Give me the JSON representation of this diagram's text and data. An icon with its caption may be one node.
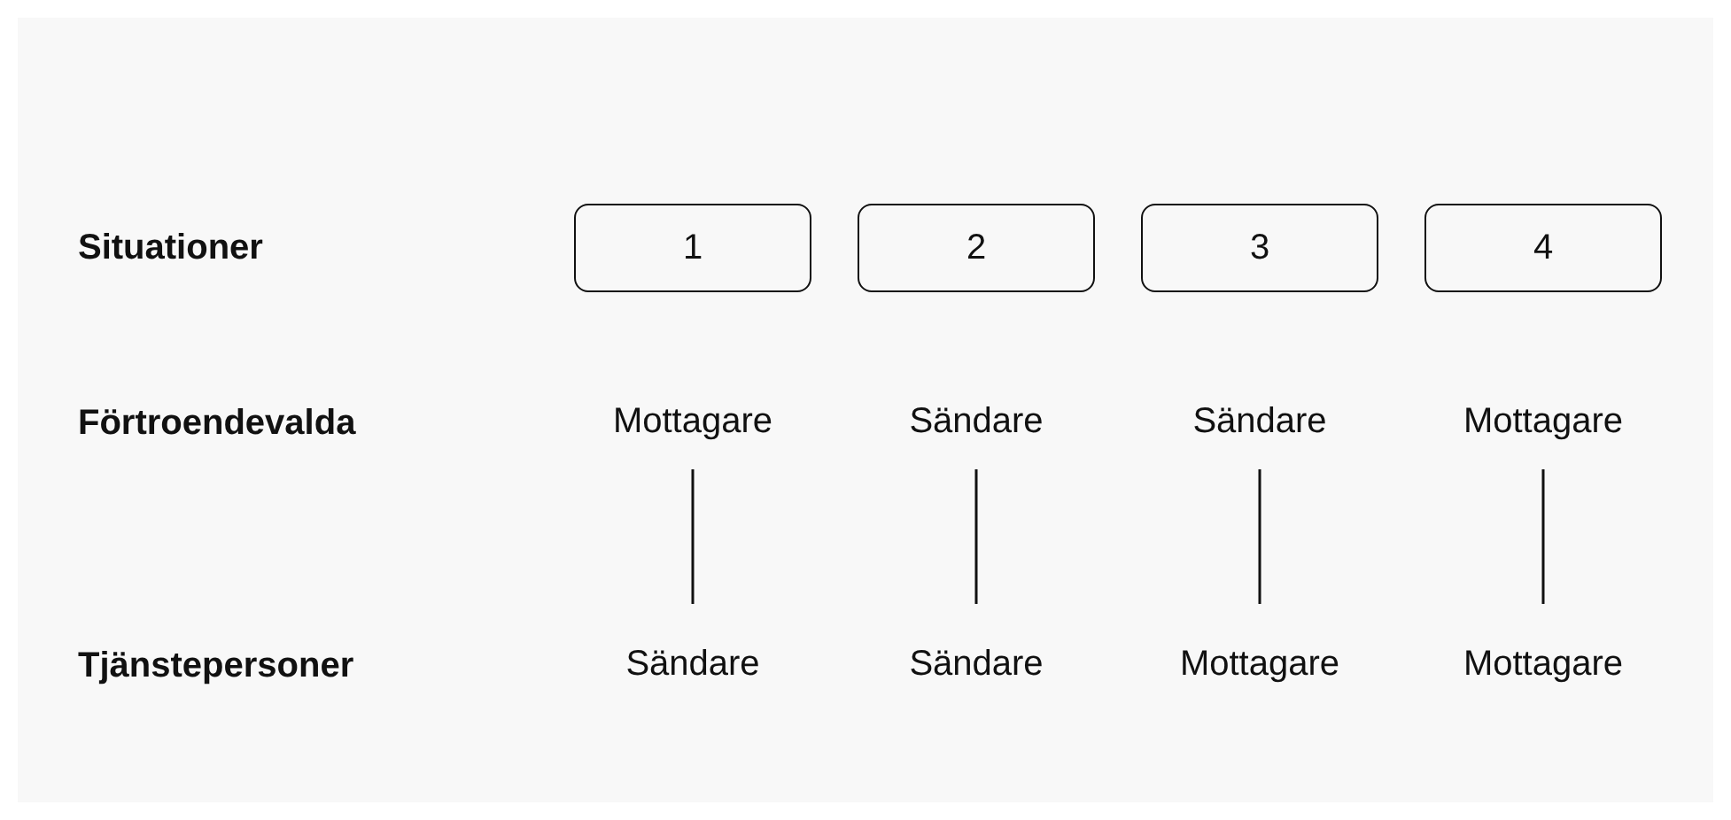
{
  "diagram": {
    "nodes": [
      {
        "text": [
          "1"
        ]
      },
      {
        "text": [
          "2"
        ]
      },
      {
        "text": [
          "3"
        ]
      },
      {
        "text": [
          "4"
        ]
      },
      {
        "text": [
          "Mottagare"
        ]
      },
      {
        "text": [
          "Sändare"
        ]
      },
      {
        "text": [
          "Sändare"
        ]
      },
      {
        "text": [
          "Mottagare"
        ]
      },
      {
        "text": [
          "Sändare"
        ]
      },
      {
        "text": [
          "Sändare"
        ]
      },
      {
        "text": [
          "Mottagare"
        ]
      },
      {
        "text": [
          "Mottagare"
        ]
      }
    ],
    "edges": [
      {
        "from": 4,
        "to": 8,
        "arrow": "none"
      },
      {
        "from": 5,
        "to": 9,
        "arrow": "none"
      },
      {
        "from": 6,
        "to": 10,
        "arrow": "none"
      },
      {
        "from": 7,
        "to": 11,
        "arrow": "none"
      }
    ],
    "labels": [
      "Situationer",
      "Förtroendevalda",
      "Tjänstepersoner"
    ]
  }
}
